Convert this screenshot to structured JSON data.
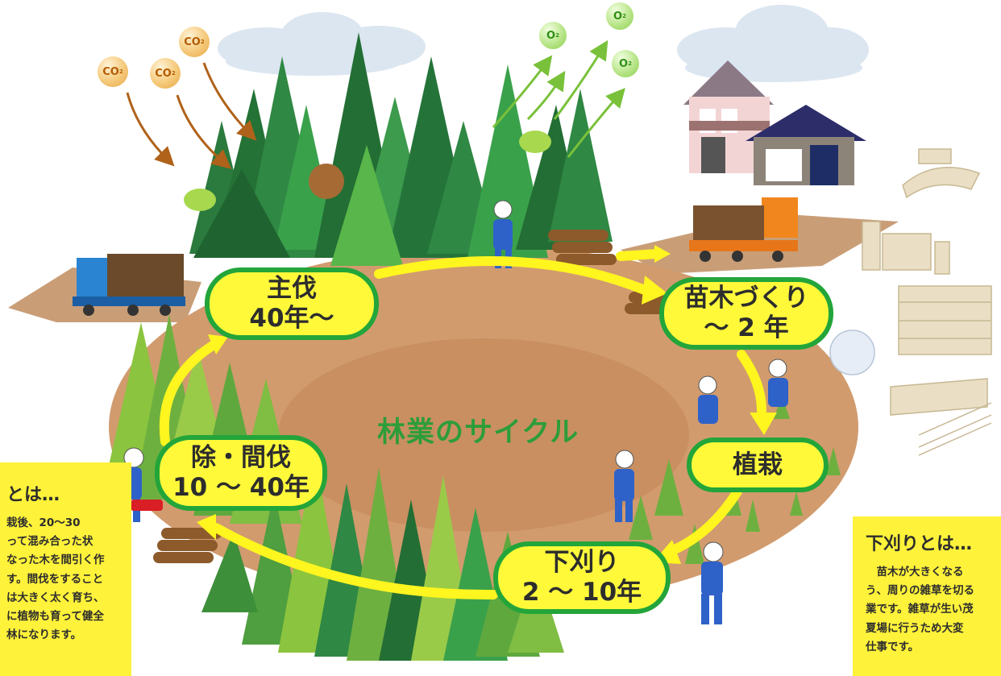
{
  "stages": {
    "shubatsu": {
      "label": "主伐",
      "period": "40年〜"
    },
    "naegi": {
      "label": "苗木づくり",
      "period": "〜 2 年"
    },
    "shokusai": {
      "label": "植栽"
    },
    "shitagari": {
      "label": "下刈り",
      "period": "2 〜 10年"
    },
    "kanbatsu": {
      "label": "除・間伐",
      "period": "10 〜 40年"
    }
  },
  "cycle_title": "林業のサイクル",
  "left_info": {
    "title": "とは…",
    "body": "栽後、20〜30\nって混み合った状\nなった木を間引く作\nす。間伐をすること\nは大きく太く育ち、\nに植物も育って健全\n林になります。"
  },
  "right_info": {
    "title": "下刈りとは…",
    "body": "　苗木が大きくなる\nう、周りの雑草を切る\n業です。雑草が生い茂\n夏場に行うため大変\n仕事です。"
  },
  "gas_labels": {
    "co2": "CO",
    "o2": "O",
    "sub": "2"
  },
  "colors": {
    "ground": "#d19b6e",
    "ground_inner": "#c98f61",
    "arrow": "#fff51f",
    "stage_border": "#23a53a",
    "stage_fill": "#fff93a",
    "cycle_text": "#2d9d3a",
    "co2_arrow": "#b0621a",
    "o2_arrow": "#79c13a"
  }
}
